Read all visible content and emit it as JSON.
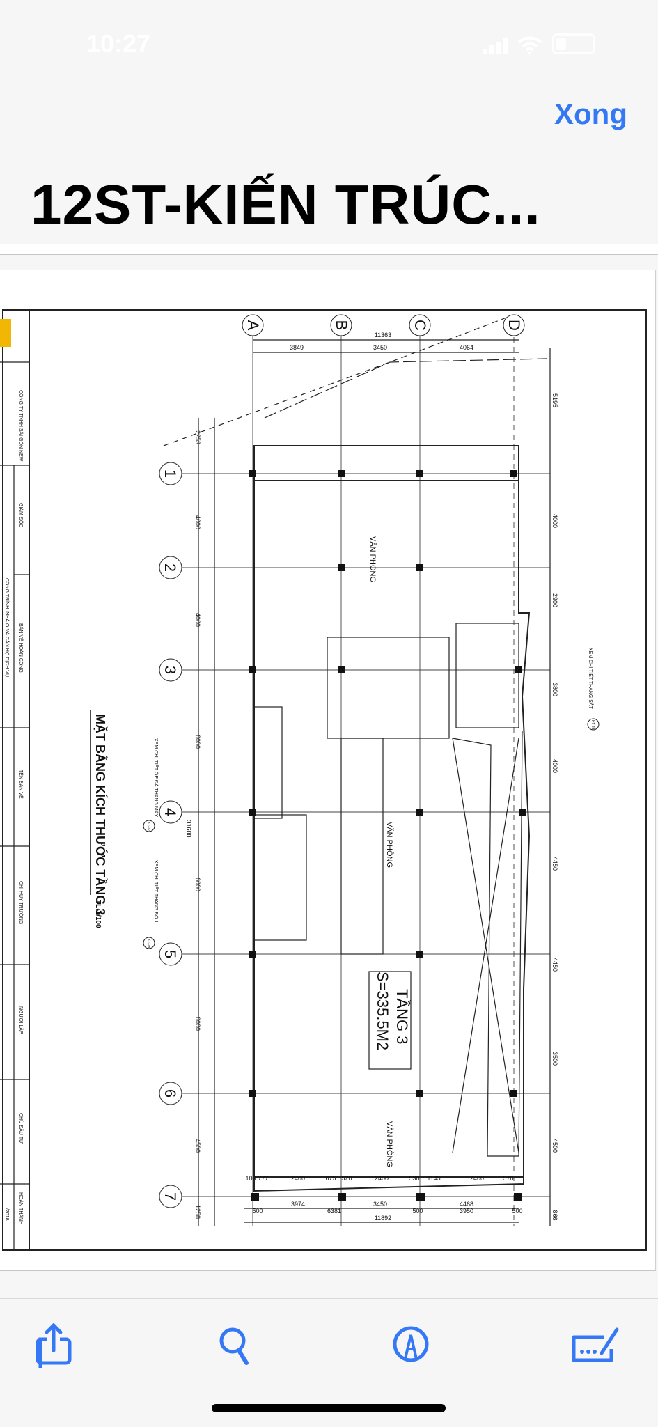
{
  "status_bar": {
    "time": "10:27"
  },
  "header": {
    "done_label": "Xong",
    "title": "12ST-KIẾN TRÚC..."
  },
  "drawing": {
    "grid_columns": [
      "A",
      "B",
      "C",
      "D"
    ],
    "grid_rows": [
      "1",
      "2",
      "3",
      "4",
      "5",
      "6",
      "7"
    ],
    "top_dims": {
      "total": "11363",
      "spans": [
        "3849",
        "3450",
        "4064"
      ]
    },
    "bottom_dims": {
      "total": "11892",
      "spans": [
        "3974",
        "3450",
        "4468"
      ],
      "inner": [
        "500",
        "6381",
        "500",
        "3950",
        "500"
      ],
      "window_row": [
        "100",
        "777",
        "2400",
        "675",
        "520",
        "2400",
        "530",
        "1145",
        "2400",
        "570"
      ]
    },
    "left_dims": [
      "2253",
      "4000",
      "4000",
      "6000",
      "6000",
      "6000",
      "4500",
      "1258"
    ],
    "left_total": "31600",
    "right_dims": [
      "5195",
      "4000",
      "2900",
      "3800",
      "4000",
      "4450",
      "4450",
      "3500",
      "4500",
      "866"
    ],
    "plan_title": "MẶT BẰNG KÍCH THƯỚC TẦNG 3",
    "plan_scale": "TL:1/100",
    "room_labels": [
      "VĂN PHÒNG",
      "VĂN PHÒNG",
      "VĂN PHÒNG"
    ],
    "floor_label": "TẦNG 3",
    "area_label": "S=335.5M2",
    "notes": [
      "XEM CHI TIẾT ỐP ĐÁ THANG MÁY",
      "XEM CHI TIẾT THANG BỘ 1",
      "XEM CHI TIẾT THANG SẮT"
    ],
    "note_refs": [
      "KT-27",
      "KT-28",
      "KT-28"
    ]
  },
  "title_block": {
    "company": "CÔNG TY TNHH SÀI GÒN NEW",
    "fields": [
      "GIÁM ĐỐC",
      "BẢN VẼ HOÀN CÔNG",
      "TÊN BẢN VẼ",
      "CHỈ HUY TRƯỞNG",
      "NGƯỜI LẬP",
      "CHỦ ĐẦU TƯ",
      "HOÀN THÀNH"
    ],
    "project": "CÔNG TRÌNH: NHÀ Ở VÀ CĂN HỘ DỊCH VỤ",
    "year": "/2018"
  },
  "colors": {
    "accent": "#3478f6",
    "logo": "#f2b705"
  }
}
